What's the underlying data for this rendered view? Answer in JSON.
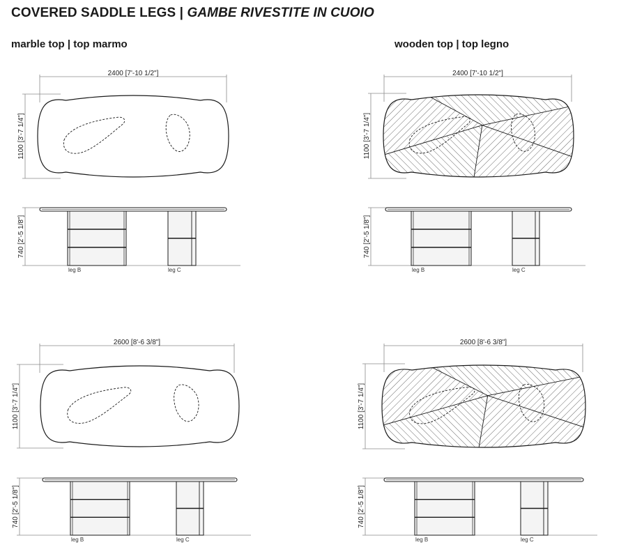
{
  "title": {
    "main": "COVERED SADDLE LEGS",
    "separator": "|",
    "italic": "GAMBE RIVESTITE IN CUOIO"
  },
  "subtitles": {
    "marble": "marble top | top marmo",
    "wood": "wooden top | top legno"
  },
  "tables": [
    {
      "id": "marble-2400",
      "top": "marble",
      "length_label": "2400 [7'-10 1/2\"]",
      "width_label": "1100 [3'-7 1/4\"]",
      "height_label": "740 [2'-5 1/8\"]",
      "leg_b": "leg B",
      "leg_c": "leg C"
    },
    {
      "id": "wood-2400",
      "top": "wood",
      "length_label": "2400 [7'-10 1/2\"]",
      "width_label": "1100 [3'-7 1/4\"]",
      "height_label": "740 [2'-5 1/8\"]",
      "leg_b": "leg B",
      "leg_c": "leg C"
    },
    {
      "id": "marble-2600",
      "top": "marble",
      "length_label": "2600 [8'-6 3/8\"]",
      "width_label": "1100 [3'-7 1/4\"]",
      "height_label": "740 [2'-5 1/8\"]",
      "leg_b": "leg B",
      "leg_c": "leg C"
    },
    {
      "id": "wood-2600",
      "top": "wood",
      "length_label": "2600 [8'-6 3/8\"]",
      "width_label": "1100 [3'-7 1/4\"]",
      "height_label": "740 [2'-5 1/8\"]",
      "leg_b": "leg B",
      "leg_c": "leg C"
    }
  ],
  "colors": {
    "line": "#1a1a1a",
    "dim_line": "#8a8a8a",
    "leg_fill": "#f4f4f4"
  }
}
